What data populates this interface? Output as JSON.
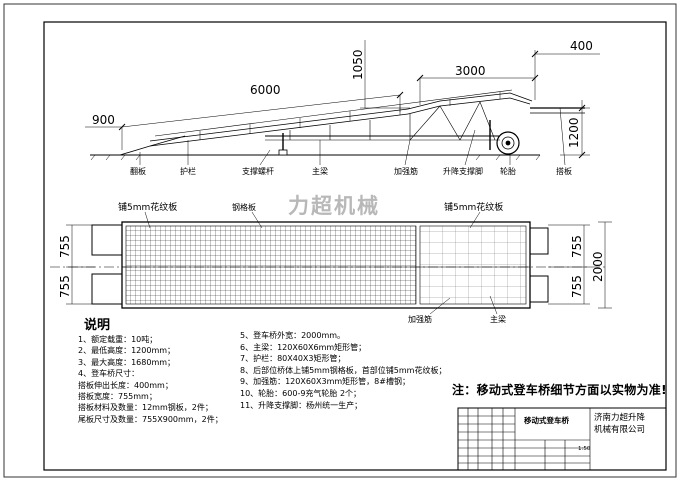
{
  "dimensions": {
    "front_gap": "900",
    "ramp_length": "6000",
    "rise": "1050",
    "rear_span": "3000",
    "lip": "400",
    "height": "1200",
    "plan_width": "2000",
    "track_top": "755",
    "track_bottom": "755",
    "track_top_right": "755",
    "track_bottom_right": "755"
  },
  "side_labels": {
    "front_plate": "翻板",
    "guardrail": "护栏",
    "support_screw": "支撑螺杆",
    "main_beam": "主梁",
    "reinforcing_rib": "加强筋",
    "lift_leg": "升降支撑脚",
    "tire": "轮胎",
    "lap_plate": "搭板"
  },
  "plan_labels": {
    "checker_left": "铺5mm花纹板",
    "grating": "钢格板",
    "checker_right": "铺5mm花纹板",
    "reinforcing_rib": "加强筋",
    "main_beam": "主梁"
  },
  "watermark": "力超机械",
  "notes": {
    "heading": "说明",
    "lines": [
      "1、额定载重：10吨；",
      "2、最低高度：1200mm；",
      "3、最大高度：1680mm；",
      "4、登车桥尺寸：",
      "   搭板伸出长度：400mm；",
      "   搭板宽度：755mm；",
      "   搭板材料及数量：12mm钢板，2件；",
      "   尾板尺寸及数量：755X900mm，2件；"
    ],
    "lines2": [
      "5、登车桥外宽：2000mm。",
      "6、主梁：120X60X6mm矩形管；",
      "7、护栏：80X40X3矩形管；",
      "8、后部位桥体上铺5mm钢格板，首部位铺5mm花纹板；",
      "9、加强筋：120X60X3mm矩形管，8#槽钢；",
      "10、轮胎：600-9充气轮胎 2个；",
      "11、升降支撑脚：杨州统一生产；"
    ]
  },
  "remark": "注：移动式登车桥细节方面以实物为准!",
  "title_block": {
    "title": "移动式登车桥",
    "company_line1": "济南力超升降",
    "company_line2": "机械有限公司",
    "scale": "1:50"
  }
}
